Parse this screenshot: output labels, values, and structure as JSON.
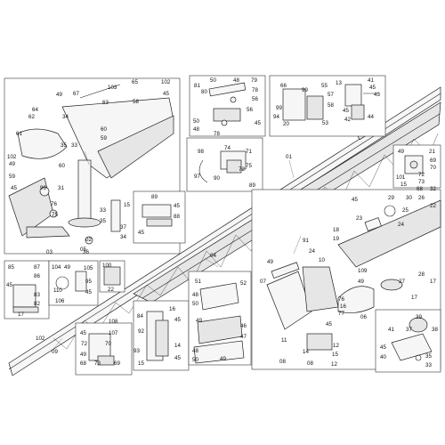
{
  "diagram": {
    "callouts": {
      "c01": "01",
      "c02": "02",
      "c03": "03",
      "c04": "04",
      "c05": "05",
      "c06": "06",
      "c07": "07",
      "c08": "08",
      "c08b": "08",
      "c09": "09",
      "c10": "10",
      "c11": "11",
      "c12": "12",
      "c12b": "12",
      "c13": "13",
      "c14": "14",
      "c15": "15",
      "c15b": "15",
      "c16": "16",
      "c16b": "16",
      "c17": "17",
      "c17b": "17",
      "c17c": "17",
      "c18": "18",
      "c19": "19",
      "c20": "20",
      "c21": "21",
      "c22": "22",
      "c22b": "22",
      "c23": "23",
      "c24": "24",
      "c24b": "24",
      "c25": "25",
      "c26": "26",
      "c27": "27",
      "c28": "28",
      "c29": "29",
      "c30": "30",
      "c31": "31",
      "c32": "32",
      "c33": "33",
      "c33b": "33",
      "c34": "34",
      "c35": "35",
      "c35b": "35",
      "c36": "36",
      "c37": "37",
      "c38": "38",
      "c39": "39",
      "c40": "40",
      "c41": "41",
      "c42": "42",
      "c43": "43",
      "c44": "44",
      "c45": "45",
      "c45b": "45",
      "c45c": "45",
      "c45d": "45",
      "c45e": "45",
      "c45f": "45",
      "c45g": "45",
      "c45h": "45",
      "c45i": "45",
      "c45j": "45",
      "c45k": "45",
      "c45l": "45",
      "c46": "46",
      "c47": "47",
      "c48": "48",
      "c48b": "48",
      "c49": "49",
      "c49b": "49",
      "c49c": "49",
      "c49d": "49",
      "c49e": "49",
      "c49f": "49",
      "c50": "50",
      "c50b": "50",
      "c51": "51",
      "c52": "52",
      "c53": "53",
      "c54": "54",
      "c55": "55",
      "c56": "56",
      "c57": "57",
      "c58": "58",
      "c59": "59",
      "c60": "60",
      "c61": "61",
      "c62": "62",
      "c63": "63",
      "c64": "64",
      "c65": "65",
      "c66": "66",
      "c67": "67",
      "c68": "68",
      "c68b": "68",
      "c69": "69",
      "c70": "70",
      "c71": "71",
      "c72": "72",
      "c72b": "72",
      "c73": "73",
      "c73b": "73",
      "c74": "74",
      "c75": "75",
      "c76": "76",
      "c76b": "76",
      "c77": "77",
      "c78": "78",
      "c78b": "78",
      "c79": "79",
      "c80": "80",
      "c81": "81",
      "c82": "82",
      "c83": "83",
      "c84": "84",
      "c85": "85",
      "c86": "86",
      "c87": "87",
      "c88": "88",
      "c89": "89",
      "c90": "90",
      "c91": "91",
      "c92": "92",
      "c93": "93",
      "c94": "94",
      "c95": "95",
      "c96": "96",
      "c97": "97",
      "c98": "98",
      "c99": "99",
      "c99b": "99",
      "c100": "100",
      "c101": "101",
      "c102": "102",
      "c102b": "102",
      "c103": "103",
      "c104": "104",
      "c105": "105",
      "c106": "106",
      "c107": "107",
      "c108": "108",
      "c109": "109",
      "c110": "110"
    }
  }
}
